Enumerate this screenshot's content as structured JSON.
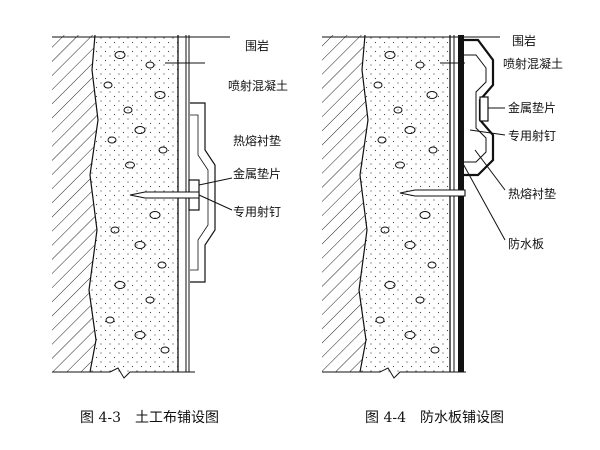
{
  "figures": [
    {
      "caption": "图 4-3　土工布铺设图",
      "labels": {
        "rock": "围岩",
        "shotcrete": "喷射混凝土",
        "hot_melt_pad": "热熔衬垫",
        "metal_shim": "金属垫片",
        "nail": "专用射钉"
      }
    },
    {
      "caption": "图 4-4　防水板铺设图",
      "labels": {
        "rock": "围岩",
        "shotcrete": "喷射混凝土",
        "metal_shim": "金属垫片",
        "nail": "专用射钉",
        "hot_melt_pad": "热熔衬垫",
        "waterproof_board": "防水板"
      }
    }
  ],
  "colors": {
    "line": "#111111",
    "background": "#ffffff"
  }
}
